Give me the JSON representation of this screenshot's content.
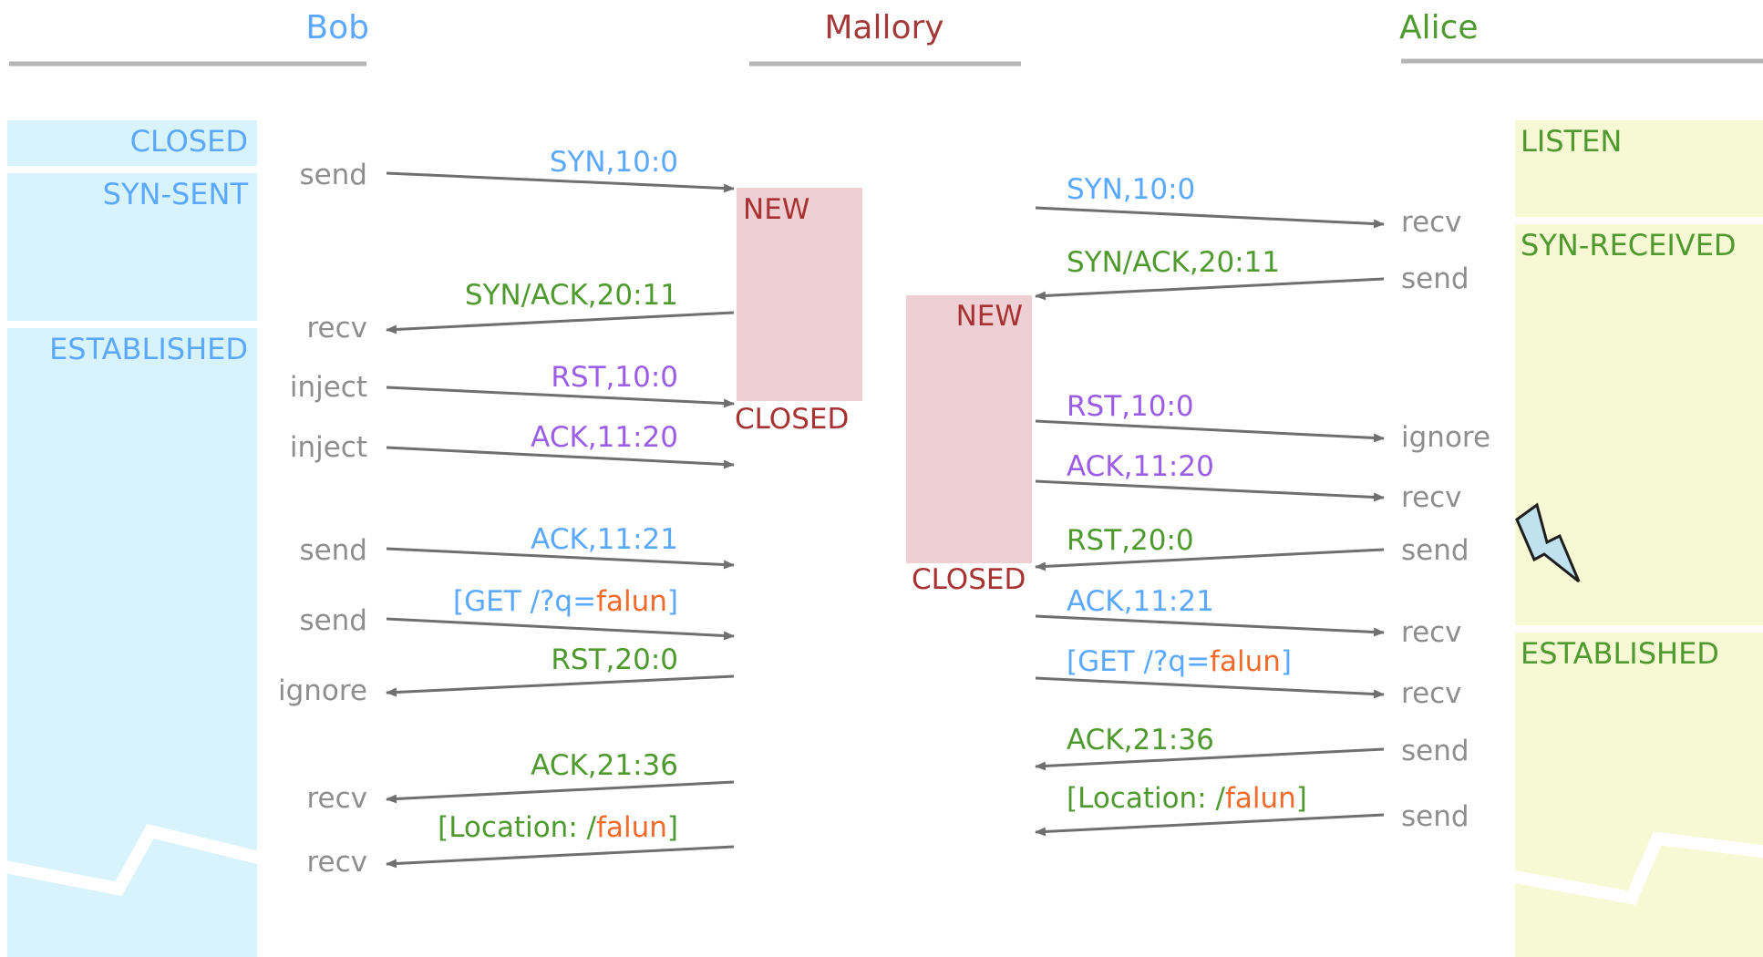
{
  "colors": {
    "bob": "#5aa9ff",
    "mallory": "#a33a3a",
    "alice": "#4e9a2e",
    "inject": "#9b5de5",
    "highlight": "#f06a2a",
    "action": "#8e8e8e",
    "bob_state_fill": "#d8f3fc",
    "alice_state_fill": "#f7f8d4",
    "mallory_state_fill": "#eecfd3",
    "arrow": "#6f6f6f"
  },
  "parties": {
    "bob": "Bob",
    "mallory": "Mallory",
    "alice": "Alice"
  },
  "bob_states": [
    "CLOSED",
    "SYN-SENT",
    "ESTABLISHED"
  ],
  "alice_states": [
    "LISTEN",
    "SYN-RECEIVED",
    "ESTABLISHED"
  ],
  "mallory_states": {
    "left_new": "NEW",
    "left_closed": "CLOSED",
    "right_new": "NEW",
    "right_closed": "CLOSED"
  },
  "bob_actions": [
    "send",
    "recv",
    "inject",
    "inject",
    "send",
    "send",
    "ignore",
    "recv",
    "recv"
  ],
  "alice_actions": [
    "recv",
    "send",
    "ignore",
    "recv",
    "send",
    "recv",
    "recv",
    "send",
    "send"
  ],
  "bob_messages": [
    {
      "text": "SYN,10:0"
    },
    {
      "text": "SYN/ACK,20:11"
    },
    {
      "text": "RST,10:0"
    },
    {
      "text": "ACK,11:20"
    },
    {
      "text": "ACK,11:21"
    },
    {
      "pre": "[GET /?q=",
      "hl": "falun",
      "post": "]"
    },
    {
      "text": "RST,20:0"
    },
    {
      "text": "ACK,21:36"
    },
    {
      "pre": "[Location: /",
      "hl": "falun",
      "post": "]"
    }
  ],
  "alice_messages": [
    {
      "text": "SYN,10:0"
    },
    {
      "text": "SYN/ACK,20:11"
    },
    {
      "text": "RST,10:0"
    },
    {
      "text": "ACK,11:20"
    },
    {
      "text": "RST,20:0"
    },
    {
      "text": "ACK,11:21"
    },
    {
      "pre": "[GET /?q=",
      "hl": "falun",
      "post": "]"
    },
    {
      "text": "ACK,21:36"
    },
    {
      "pre": "[Location: /",
      "hl": "falun",
      "post": "]"
    }
  ],
  "icons": {
    "lightning": "lightning-icon"
  }
}
